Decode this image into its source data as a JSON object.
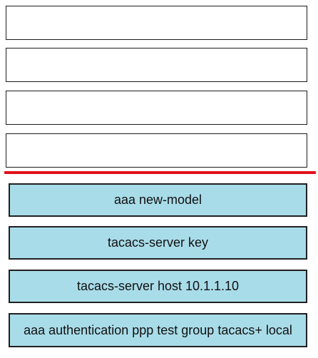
{
  "target_slots": [
    {
      "id": "slot-1",
      "value": ""
    },
    {
      "id": "slot-2",
      "value": ""
    },
    {
      "id": "slot-3",
      "value": ""
    },
    {
      "id": "slot-4",
      "value": ""
    }
  ],
  "divider_color": "#e0101c",
  "item_color": "#a9dce9",
  "source_items": [
    {
      "label": "aaa new-model"
    },
    {
      "label": "tacacs-server key"
    },
    {
      "label": "tacacs-server host 10.1.1.10"
    },
    {
      "label": "aaa authentication ppp test group tacacs+ local"
    }
  ]
}
